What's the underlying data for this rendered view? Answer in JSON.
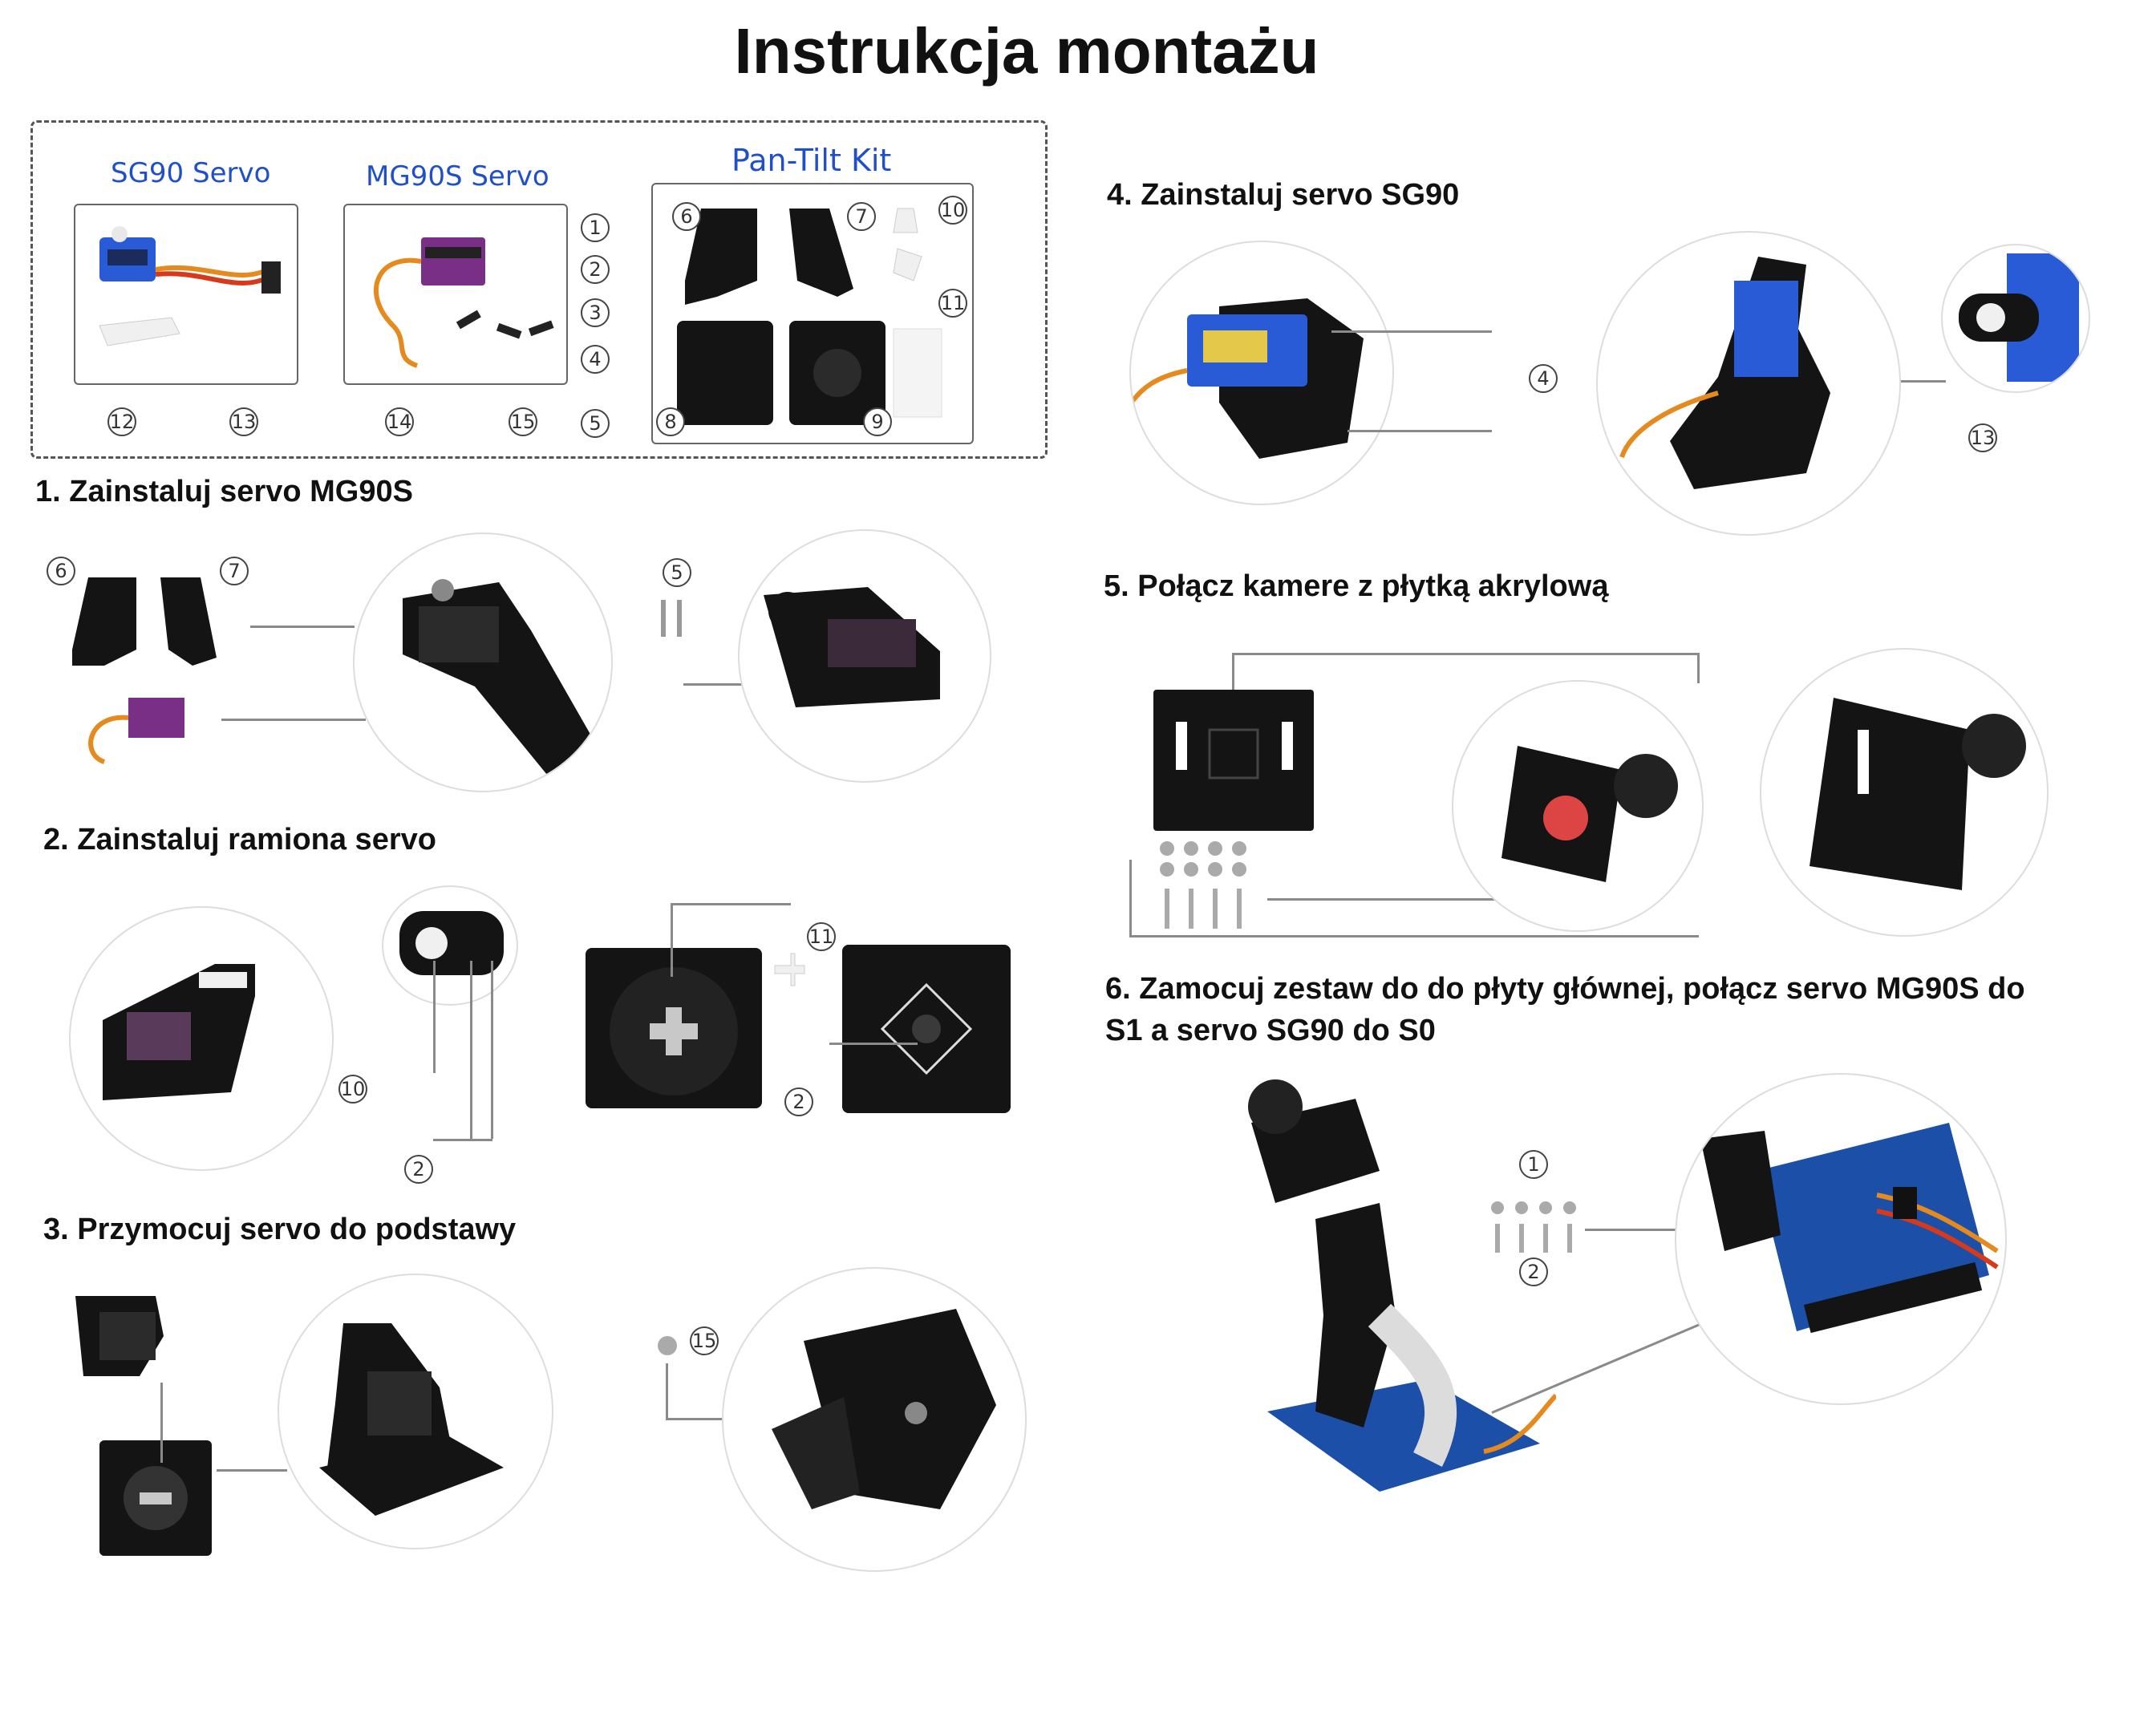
{
  "title": "Instrukcja montażu",
  "kit": {
    "sg90_label": "SG90 Servo",
    "mg90s_label": "MG90S Servo",
    "pantilt_label": "Pan-Tilt Kit"
  },
  "steps": [
    "1. Zainstaluj servo MG90S",
    "2. Zainstaluj ramiona servo",
    "3. Przymocuj servo do podstawy",
    "4. Zainstaluj servo SG90",
    "5. Połącz kamere z płytką akrylową",
    "6. Zamocuj zestaw do do płyty głównej, połącz servo MG90S do",
    "S1 a  servo SG90 do S0"
  ],
  "numbers": [
    "1",
    "2",
    "3",
    "4",
    "5",
    "6",
    "7",
    "8",
    "9",
    "10",
    "11",
    "12",
    "13",
    "14",
    "15"
  ],
  "colors": {
    "kit_blue": "#1f4fc9",
    "servo_blue": "#2a5bd6",
    "servo_purple": "#7a2f86",
    "part_black": "#141414",
    "wire_orange": "#e58a1f",
    "board_blue": "#1c4fa8"
  }
}
